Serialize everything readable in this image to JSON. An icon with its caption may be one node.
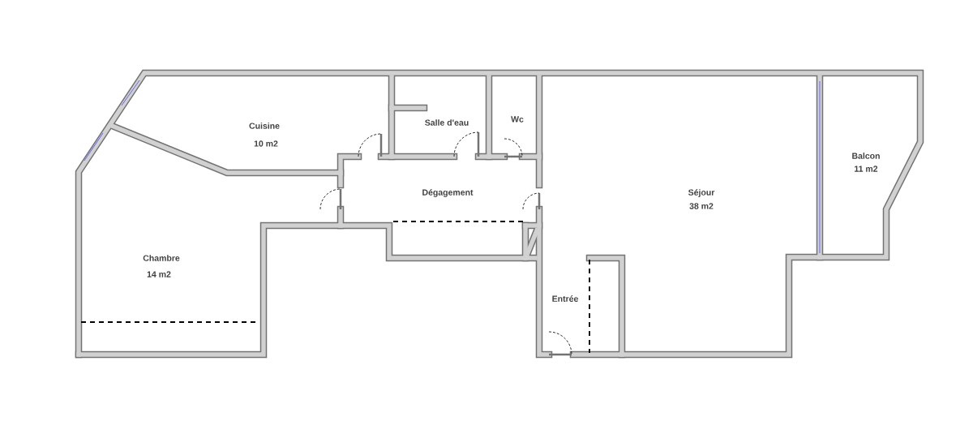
{
  "diagram": {
    "labels": [
      "Salle d'eau",
      "Wc",
      "Cuisine",
      "10 m2",
      "Balcon",
      "11 m2",
      "Dégagement",
      "Séjour",
      "38 m2",
      "Chambre",
      "14 m2",
      "Entrée"
    ]
  }
}
